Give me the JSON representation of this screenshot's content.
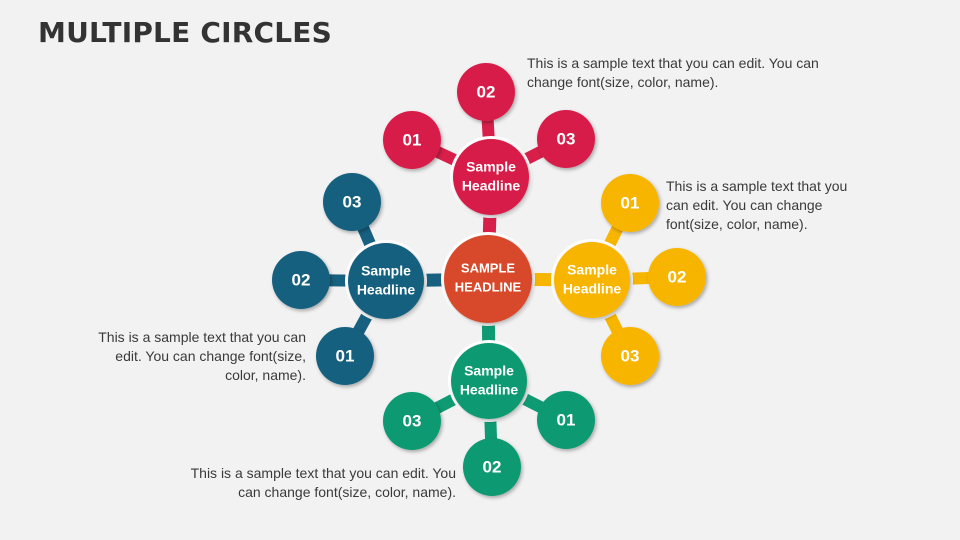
{
  "title": "MULTIPLE CIRCLES",
  "center": {
    "line1": "SAMPLE",
    "line2": "HEADLINE",
    "color": "#d7482a"
  },
  "clusters": [
    {
      "name": "red",
      "color": "#d81f4a",
      "hub": [
        "Sample",
        "Headline"
      ],
      "satellites": [
        "01",
        "02",
        "03"
      ],
      "note": "This is a sample text that you can edit. You can change font(size, color, name)."
    },
    {
      "name": "yellow",
      "color": "#f7b500",
      "hub": [
        "Sample",
        "Headline"
      ],
      "satellites": [
        "01",
        "02",
        "03"
      ],
      "note": "This is a sample text that you can edit. You can change font(size, color, name)."
    },
    {
      "name": "green",
      "color": "#0e9a72",
      "hub": [
        "Sample",
        "Headline"
      ],
      "satellites": [
        "01",
        "02",
        "03"
      ],
      "note": "This is a sample text that you can edit. You can change font(size, color, name)."
    },
    {
      "name": "blue",
      "color": "#17607f",
      "hub": [
        "Sample",
        "Headline"
      ],
      "satellites": [
        "01",
        "02",
        "03"
      ],
      "note": "This is a sample text that you can edit. You can change font(size, color, name)."
    }
  ]
}
